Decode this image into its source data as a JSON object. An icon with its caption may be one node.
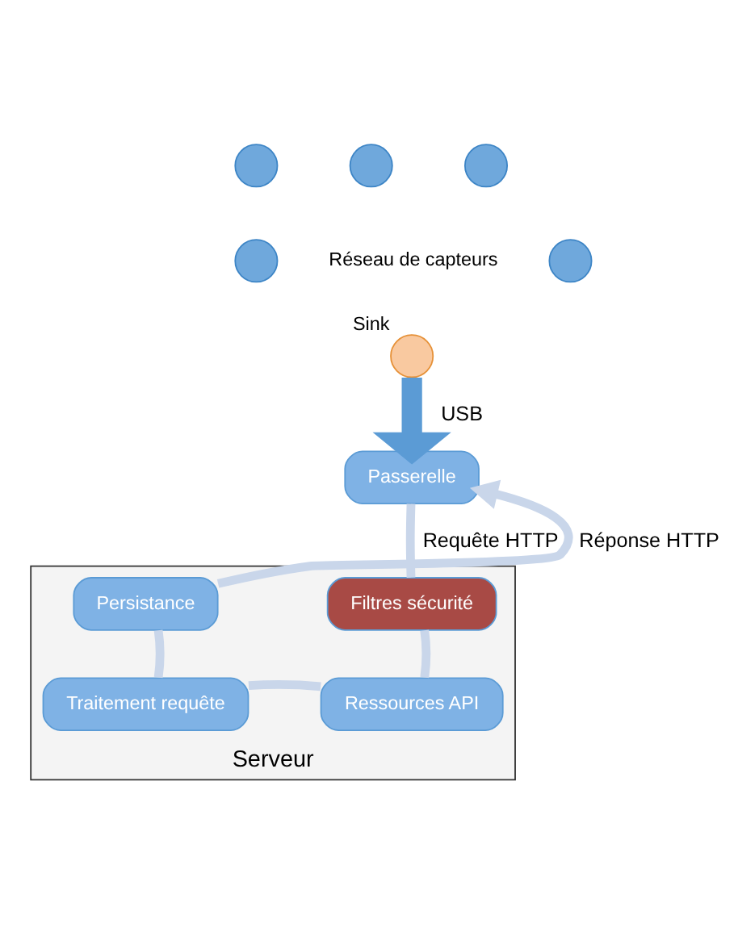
{
  "diagram": {
    "nodes": [
      {
        "text": [],
        "shape": "circle"
      },
      {
        "text": [],
        "shape": "circle"
      },
      {
        "text": [],
        "shape": "circle"
      },
      {
        "text": [],
        "shape": "circle"
      },
      {
        "text": [],
        "shape": "circle"
      },
      {
        "text": [],
        "shape": "circle",
        "beside": [
          "Sink"
        ]
      },
      {
        "text": [
          "Passerelle"
        ]
      },
      {
        "text": [
          "Serveur"
        ]
      },
      {
        "text": [
          "Persistance"
        ],
        "in": 7
      },
      {
        "text": [
          "Filtres sécurité"
        ],
        "in": 7
      },
      {
        "text": [
          "Traitement requête"
        ],
        "in": 7
      },
      {
        "text": [
          "Ressources API"
        ],
        "in": 7
      }
    ],
    "edges": [
      {
        "from": 5,
        "to": 6,
        "arrow": "to",
        "label": "USB",
        "style": "thick",
        "color": "#5b9bd5"
      },
      {
        "from": 6,
        "to": 9,
        "arrow": "none",
        "label": "Requête HTTP"
      },
      {
        "from": 9,
        "to": 11,
        "arrow": "none"
      },
      {
        "from": 11,
        "to": 10,
        "arrow": "none"
      },
      {
        "from": 10,
        "to": 8,
        "arrow": "none"
      },
      {
        "from": 8,
        "to": 6,
        "arrow": "to",
        "label": "Réponse HTTP"
      }
    ],
    "labels": [
      "Réseau de capteurs"
    ]
  }
}
